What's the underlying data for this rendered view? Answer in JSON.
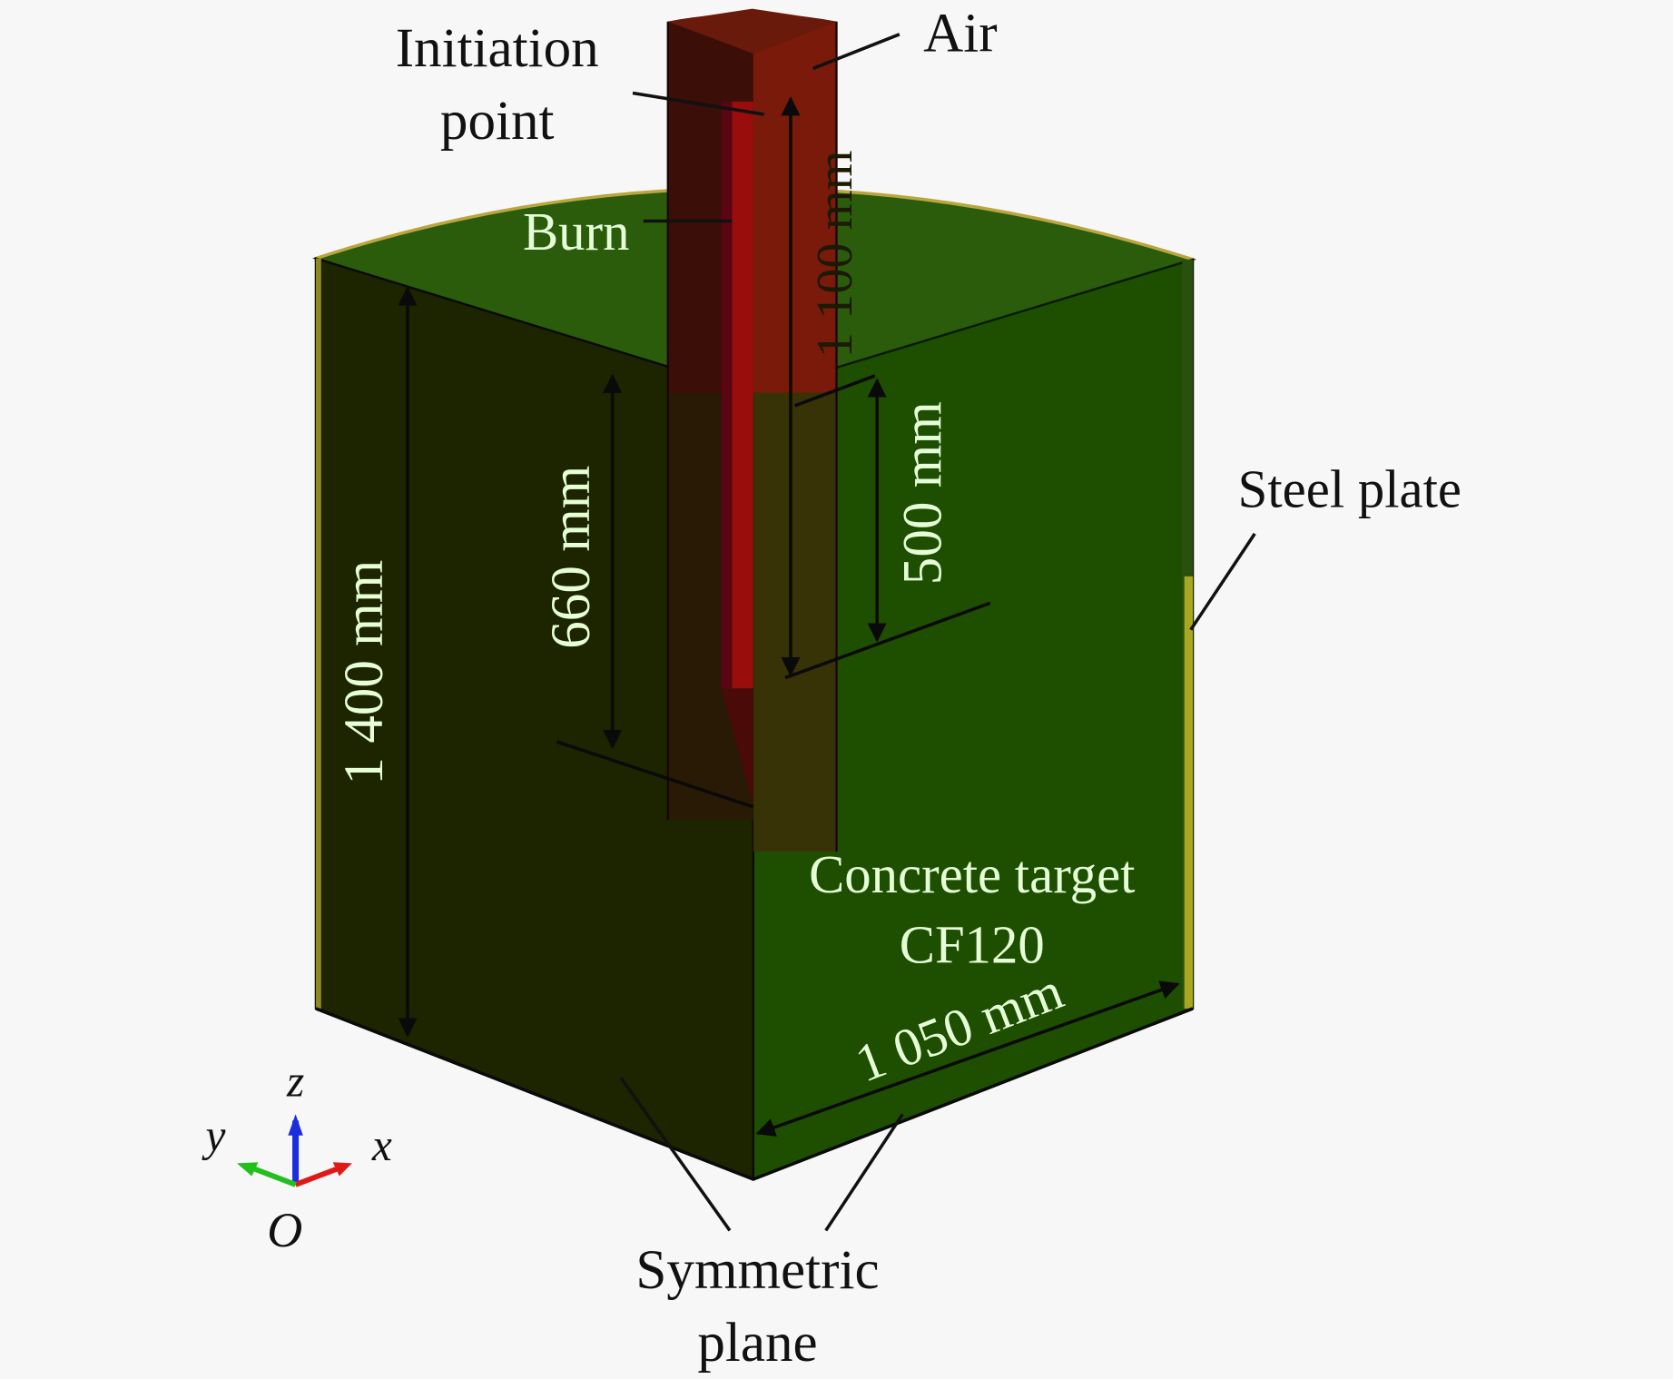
{
  "figure": {
    "type": "3D model schematic",
    "colors": {
      "background": "#f7f7f7",
      "concrete_top": "#2b5c0c",
      "concrete_front_right": "#1e4f00",
      "concrete_front_left": "#1c2400",
      "steel_plate": "#a8a820",
      "air": "#7a1a0a",
      "charge_dark": "#3a0f08",
      "burn": "#9a0d0d",
      "axis_x": "#e01818",
      "axis_y": "#22c01e",
      "axis_z": "#1a2ee0"
    }
  },
  "labels": {
    "initiation_point_line1": "Initiation",
    "initiation_point_line2": "point",
    "air": "Air",
    "burn": "Burn",
    "steel_plate": "Steel plate",
    "concrete_line1": "Concrete target",
    "concrete_line2": "CF120",
    "symmetric_line1": "Symmetric",
    "symmetric_line2": "plane"
  },
  "dimensions": {
    "total_height": "1 400 mm",
    "charge_length": "1 100 mm",
    "hole_depth": "660 mm",
    "burial_depth": "500 mm",
    "radius": "1 050 mm"
  },
  "axes": {
    "x": "x",
    "y": "y",
    "z": "z",
    "origin": "O"
  }
}
